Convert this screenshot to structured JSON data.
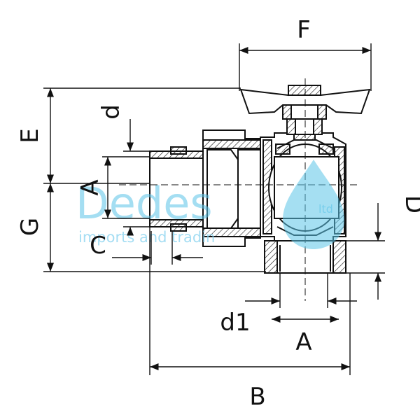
{
  "dimensions": {
    "F": "F",
    "E": "E",
    "G": "G",
    "d": "d",
    "A_vertical": "A",
    "C": "C",
    "D": "D",
    "d1": "d1",
    "A_horizontal": "A",
    "B": "B"
  },
  "watermark": {
    "brand": "Dedes",
    "suffix": "ltd",
    "tagline": "imports and tradin"
  },
  "colors": {
    "line": "#111111",
    "watermark": "#5bc4e8",
    "handle": "#ffffff"
  }
}
